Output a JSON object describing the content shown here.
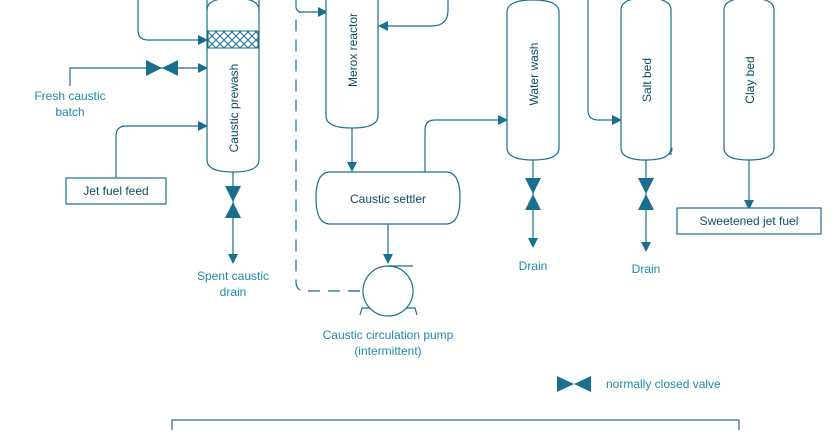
{
  "colors": {
    "stroke": "#1a6f8f",
    "fill": "#ffffff",
    "valve": "#1a6f8f",
    "label": "#1e8aa6",
    "text": "#0e4a66"
  },
  "vessels": {
    "caustic_prewash": "Caustic prewash",
    "merox_reactor": "Merox reactor",
    "water_wash": "Water wash",
    "salt_bed": "Salt bed",
    "clay_bed": "Clay bed",
    "caustic_settler": "Caustic settler"
  },
  "boxes": {
    "jet_fuel_feed": "Jet fuel feed",
    "sweetened_jet_fuel": "Sweetened jet fuel"
  },
  "labels": {
    "fresh_caustic_line1": "Fresh caustic",
    "fresh_caustic_line2": "batch",
    "spent_caustic_line1": "Spent caustic",
    "spent_caustic_line2": "drain",
    "drain_water_wash": "Drain",
    "drain_salt_bed": "Drain",
    "pump_line1": "Caustic circulation pump",
    "pump_line2": "(intermittent)"
  },
  "legend": {
    "valve_label": "normally closed valve",
    "icon": "gate-valve-icon"
  }
}
